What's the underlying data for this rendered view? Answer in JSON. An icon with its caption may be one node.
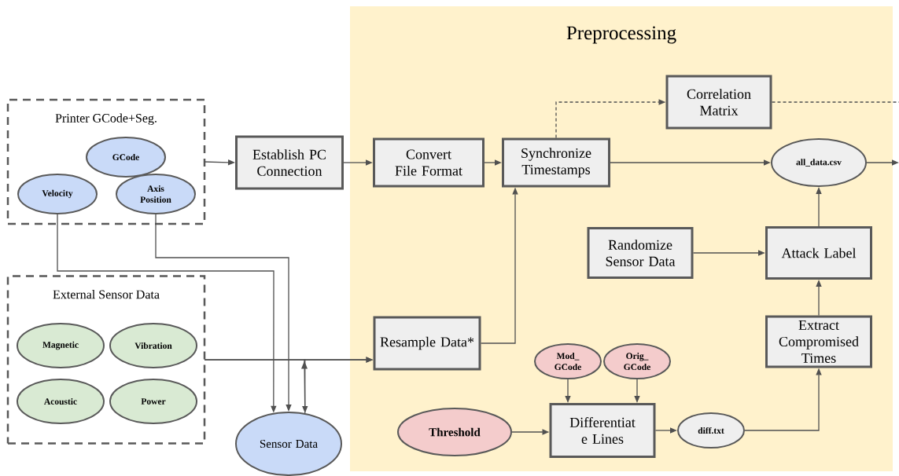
{
  "diagram": {
    "nodes": [
      {
        "text": [
          "Preprocessing"
        ]
      },
      {
        "text": [
          "Printer GCode+Seg."
        ]
      },
      {
        "text": [
          "GCode"
        ],
        "in": 1
      },
      {
        "text": [
          "Velocity"
        ],
        "in": 1
      },
      {
        "text": [
          "Axis Position"
        ],
        "in": 1
      },
      {
        "text": [
          "Establish PC Connection"
        ]
      },
      {
        "text": [
          "Convert File Format"
        ],
        "in": 0
      },
      {
        "text": [
          "Synchronize Timestamps"
        ],
        "in": 0
      },
      {
        "text": [
          "Correlation Matrix"
        ],
        "in": 0
      },
      {
        "text": [
          "all_data.csv"
        ],
        "in": 0
      },
      {
        "text": [
          "External Sensor Data"
        ]
      },
      {
        "text": [
          "Magnetic"
        ],
        "in": 10
      },
      {
        "text": [
          "Vibration"
        ],
        "in": 10
      },
      {
        "text": [
          "Acoustic"
        ],
        "in": 10
      },
      {
        "text": [
          "Power"
        ],
        "in": 10
      },
      {
        "text": [
          "Randomize Sensor Data"
        ],
        "in": 0
      },
      {
        "text": [
          "Attack Label"
        ],
        "in": 0
      },
      {
        "text": [
          "Sensor Data"
        ]
      },
      {
        "text": [
          "Resample Data*"
        ],
        "in": 0
      },
      {
        "text": [
          "Extract Compromised Times"
        ],
        "in": 0
      },
      {
        "text": [
          "Mod_ GCode"
        ],
        "in": 0
      },
      {
        "text": [
          "Orig_ GCode"
        ],
        "in": 0
      },
      {
        "text": [
          "Threshold"
        ],
        "in": 0
      },
      {
        "text": [
          "Differentiat e Lines"
        ],
        "in": 0
      },
      {
        "text": [
          "diff.txt"
        ],
        "in": 0
      }
    ],
    "edges": [
      {
        "from": 1,
        "to": 5,
        "arrow": "to"
      },
      {
        "from": 5,
        "to": 6,
        "arrow": "to"
      },
      {
        "from": 6,
        "to": 7,
        "arrow": "to"
      },
      {
        "from": 7,
        "to": 8,
        "arrow": "to",
        "style": "dashed"
      },
      {
        "from": 8,
        "to": null,
        "arrow": "none",
        "style": "dashed"
      },
      {
        "from": 7,
        "to": 9,
        "arrow": "to"
      },
      {
        "from": 9,
        "to": null,
        "arrow": "to"
      },
      {
        "from": 3,
        "to": 17,
        "arrow": "to"
      },
      {
        "from": 4,
        "to": 17,
        "arrow": "to"
      },
      {
        "from": 10,
        "to": 18,
        "arrow": "to"
      },
      {
        "from": 10,
        "to": 17,
        "arrow": "to"
      },
      {
        "from": 18,
        "to": 7,
        "arrow": "to"
      },
      {
        "from": 15,
        "to": 16,
        "arrow": "to"
      },
      {
        "from": 16,
        "to": 9,
        "arrow": "to"
      },
      {
        "from": 19,
        "to": 16,
        "arrow": "to"
      },
      {
        "from": 20,
        "to": 23,
        "arrow": "to"
      },
      {
        "from": 21,
        "to": 23,
        "arrow": "to"
      },
      {
        "from": 22,
        "to": 23,
        "arrow": "to"
      },
      {
        "from": 23,
        "to": 24,
        "arrow": "to"
      },
      {
        "from": 24,
        "to": 19,
        "arrow": "to"
      },
      {
        "from": 17,
        "to": 18,
        "arrow": "to"
      }
    ]
  }
}
